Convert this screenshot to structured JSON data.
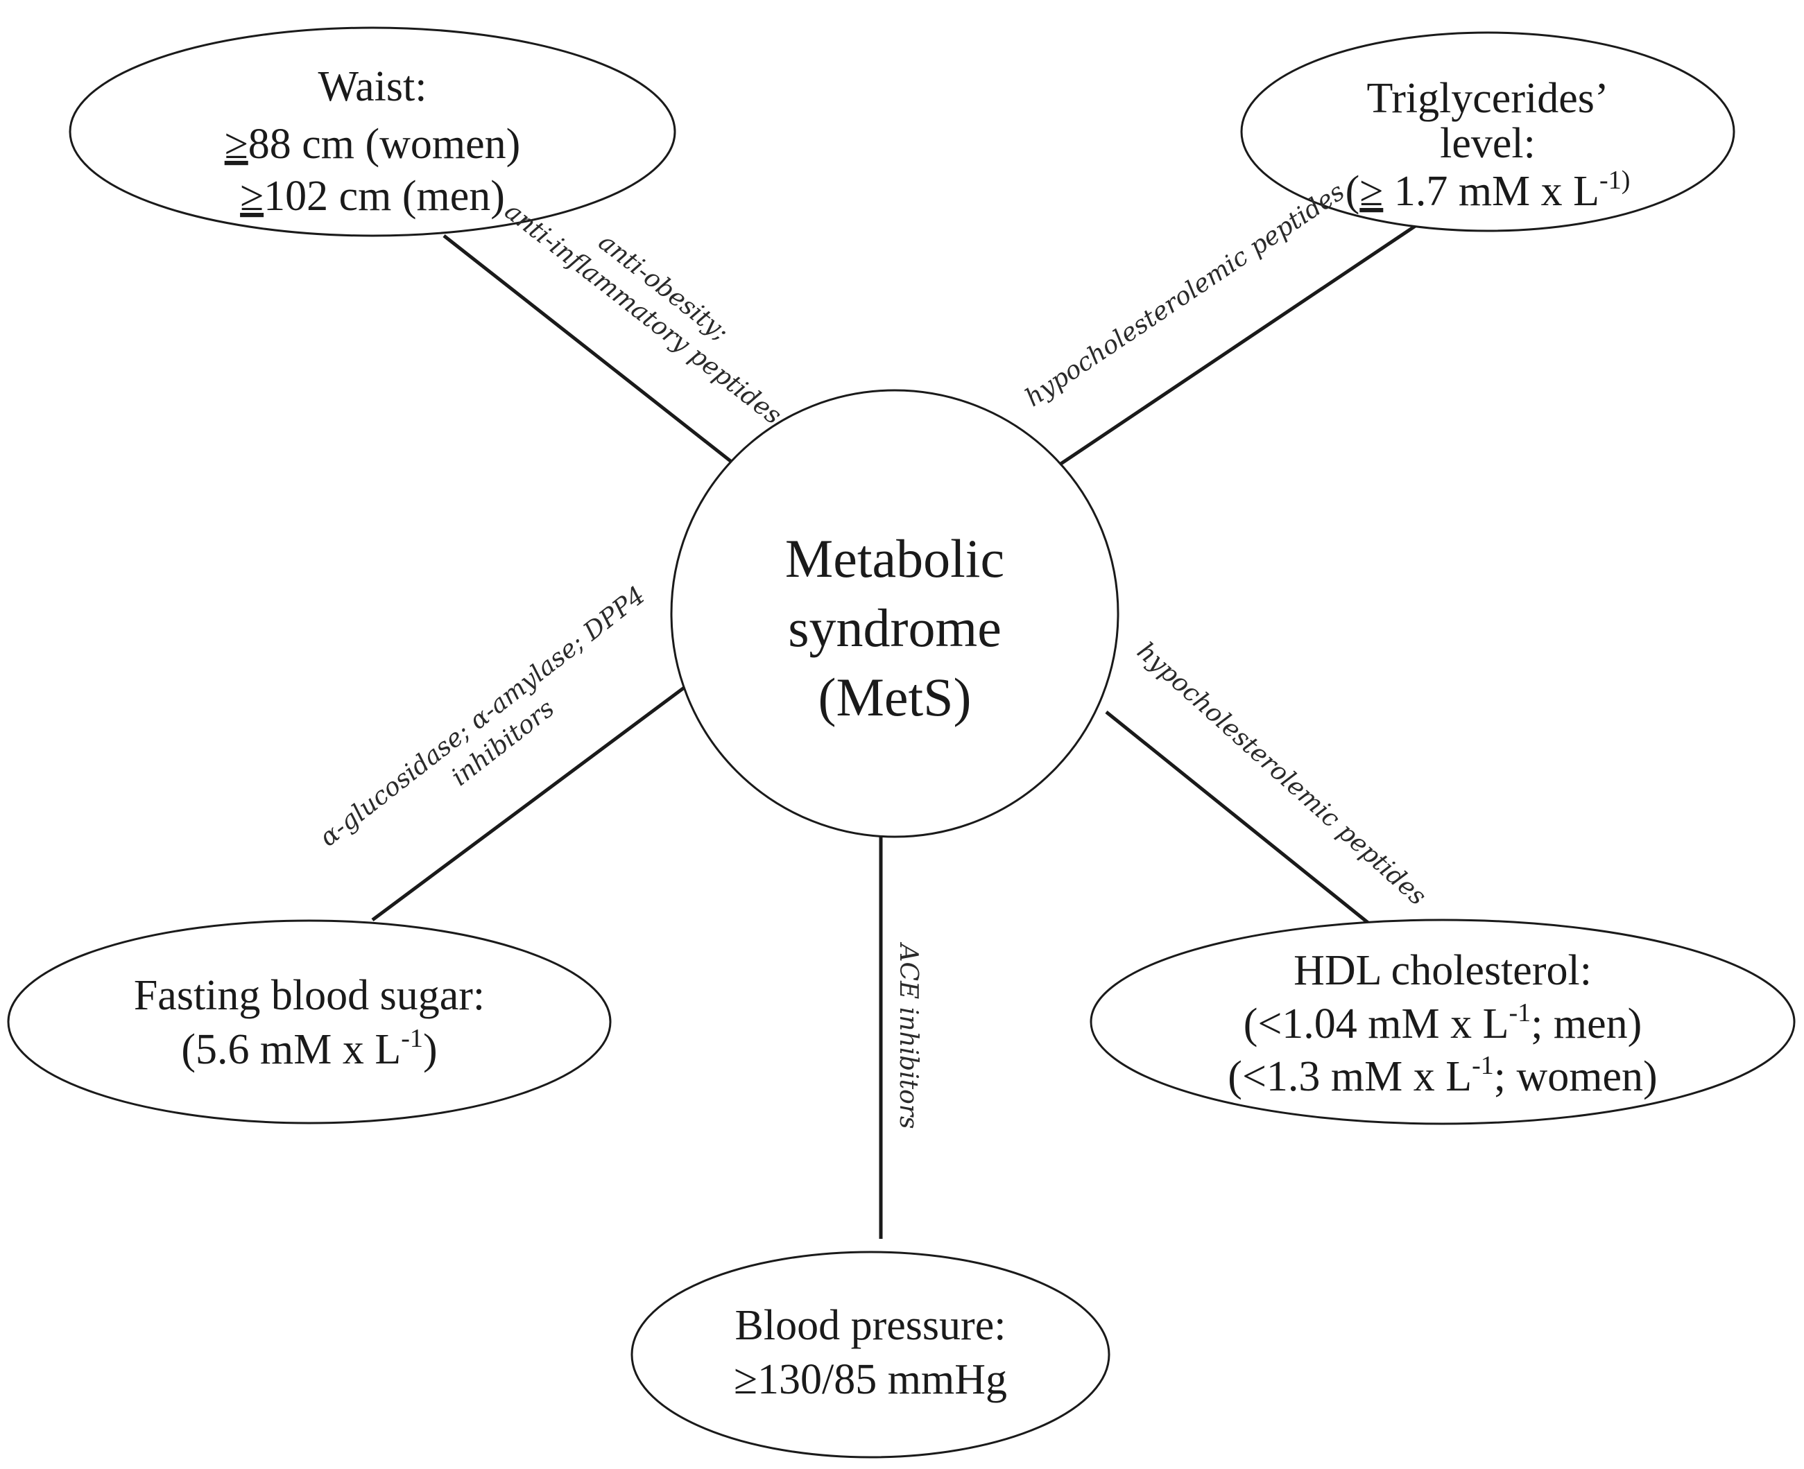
{
  "center": {
    "lines": [
      "Metabolic",
      "syndrome",
      "(MetS)"
    ]
  },
  "nodes": {
    "waist": {
      "l1": "Waist:",
      "l2a": "≥",
      "l2b": "88 cm (women)",
      "l3a": "≥",
      "l3b": "102 cm (men)"
    },
    "triglycerides": {
      "l1": "Triglycerides’",
      "l2": "level:",
      "l3a": "(",
      "l3b": "≥",
      "l3c": " 1.7 mM x L",
      "l3sup": "-1)"
    },
    "fasting": {
      "l1": "Fasting blood sugar:",
      "l2a": "(5.6 mM x L",
      "l2sup": "-1",
      "l2b": ")"
    },
    "hdl": {
      "l1": "HDL cholesterol:",
      "l2a": "(<1.04 mM x L",
      "l2sup": "-1",
      "l2b": "; men)",
      "l3a": "(<1.3 mM x L",
      "l3sup": "-1",
      "l3b": "; women)"
    },
    "bp": {
      "l1": "Blood pressure:",
      "l2": "≥130/85 mmHg"
    }
  },
  "edge_labels": {
    "waist": {
      "l1": "anti-obesity;",
      "l2": "anti-inflammatory peptides"
    },
    "triglycerides": "hypocholesterolemic peptides",
    "fasting": {
      "l1": "α-glucosidase; α-amylase; DPP4",
      "l2": "inhibitors"
    },
    "hdl": "hypocholesterolemic peptides",
    "bp": "ACE inhibitors"
  }
}
